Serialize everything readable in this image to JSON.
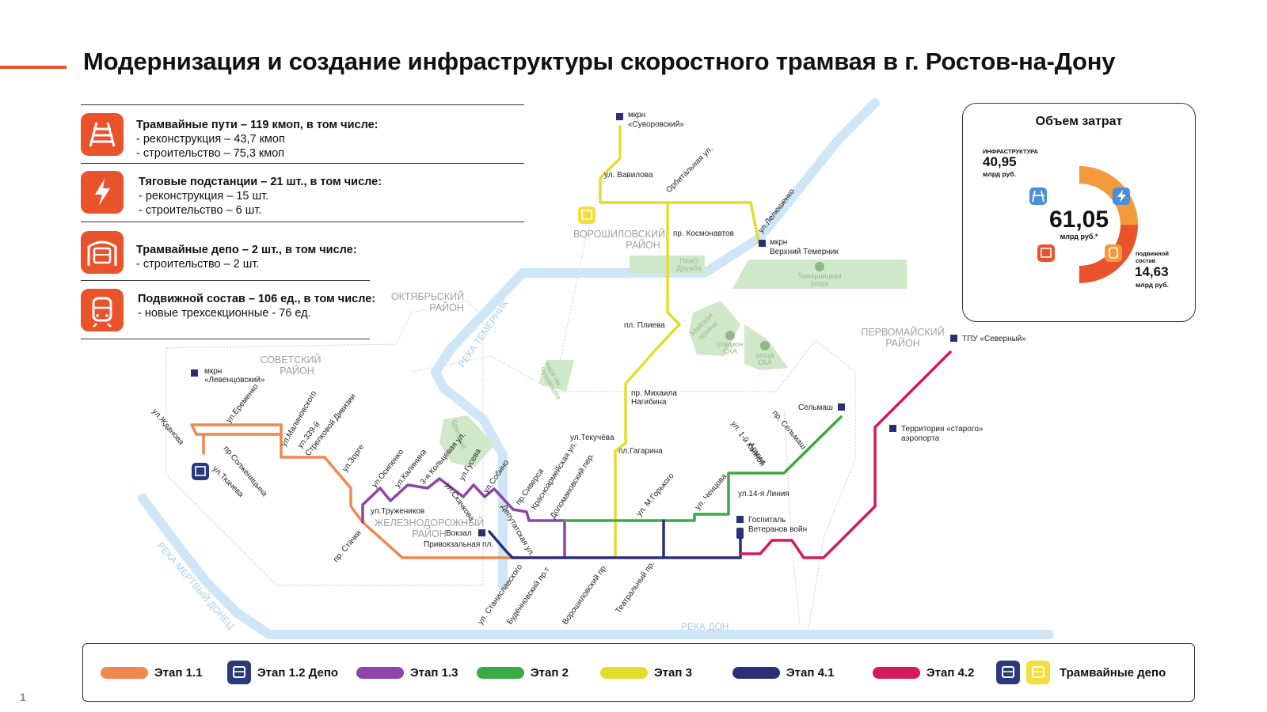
{
  "title": "Модернизация и создание инфраструктуры скоростного трамвая в г. Ростов-на-Дону",
  "page_number": "1",
  "accent_color": "#e8532b",
  "info_blocks": [
    {
      "icon": "tram-tracks-icon",
      "heading": "Трамвайные пути – 119 кмоп, в том числе:",
      "lines": [
        "- реконструкция – 43,7 кмоп",
        "- строительство – 75,3 кмоп"
      ]
    },
    {
      "icon": "lightning-icon",
      "heading": "Тяговые подстанции – 21 шт.,  в том числе:",
      "lines": [
        "- реконструкция – 15 шт.",
        "- строительство – 6 шт."
      ]
    },
    {
      "icon": "tram-depot-icon",
      "heading": "Трамвайные депо – 2 шт., в том числе:",
      "lines": [
        "- строительство – 2 шт."
      ]
    },
    {
      "icon": "rolling-stock-icon",
      "heading": "Подвижной состав – 106 ед., в том числе:",
      "lines": [
        "- новые  трехсекционные - 76 ед."
      ]
    }
  ],
  "summary": {
    "title": "Объем затрат",
    "total": "61,05",
    "total_unit": "млрд руб.*",
    "infra_label": "ИНФРАСТРУКТУРА",
    "infra_value": "40,95",
    "infra_unit": "млрд руб.",
    "rolling_label_1": "подвижной",
    "rolling_label_2": "состав",
    "rolling_value": "14,63",
    "rolling_unit": "млрд руб.",
    "ring_colors": [
      "#4a8fdc",
      "#e8532b",
      "#f39a3b"
    ]
  },
  "map": {
    "districts": {
      "voroshilovsky_1": "ВОРОШИЛОВСКИЙ",
      "voroshilovsky_2": "РАЙОН",
      "oktyabrsky_1": "ОКТЯБРЬСКИЙ",
      "oktyabrsky_2": "РАЙОН",
      "sovetsky_1": "СОВЕТСКИЙ",
      "sovetsky_2": "РАЙОН",
      "pervomaysky_1": "ПЕРВОМАЙСКИЙ",
      "pervomaysky_2": "РАЙОН",
      "zheleznodorozhny_1": "ЖЕЛЕЗНОДОРОЖНЫЙ",
      "zheleznodorozhny_2": "РАЙОН"
    },
    "rivers": {
      "temernik": "РЕКА ТЕМЕРНИК",
      "mertvy_donets": "РЕКА МЕРТВЫЙ ДОНЕЦ",
      "don": "РЕКА ДОН"
    },
    "parks": {
      "druzhba_1": "ПКиО",
      "druzhba_2": "Дружба",
      "temernitskaya_1": "Темерницкая",
      "temernitskaya_2": "роща",
      "mayskaya_1": "Майская",
      "mayskaya_2": "поляна",
      "stadion_1": "стадион",
      "stadion_2": "СКА",
      "roshcha_1": "роща",
      "roshcha_2": "СКА",
      "chukovsky_1": "парк им.",
      "chukovsky_2": "Чуковского",
      "bratsky": "Братский"
    },
    "stops": {
      "suvorovsky_1": "мкрн",
      "suvorovsky_2": "«Суворовский»",
      "temernik_1": "мкрн",
      "temernik_2": "Верхний Темерник",
      "levencovsky_1": "мкрн",
      "levencovsky_2": "«Левенцовский»",
      "tpu": "ТПУ «Северный»",
      "selmash": "Сельмаш",
      "airport_1": "Территория «старого»",
      "airport_2": "аэропорта",
      "vokzal": "Вокзал",
      "privokzalnaya": "Привокзальная пл.",
      "hospital_1": "Госпиталь",
      "hospital_2": "Ветеранов войн"
    },
    "streets": {
      "vavilova": "ул. Вавилова",
      "orbitalnaya": "Орбитальная ул.",
      "kosmonavtov": "пр. Космонавтов",
      "leloshenko": "ул.Лелюшенко",
      "plieva": "пл. Плиева",
      "nagibina_1": "пр. Михаила",
      "nagibina_2": "Нагибина",
      "tekucheva": "ул.Текучёва",
      "gagarina": "пл.Гагарина",
      "selmash_pr": "пр. Сельмаш",
      "konnoy_1": "ул. 1-й Конной",
      "konnoy_2": "Армии",
      "liniya14": "ул.14-я Линия",
      "chentsova": "ул. Ченцова",
      "gorkogo": "ул. М.Горького",
      "zhdanova": "ул.Жданова",
      "eremenko": "ул.Еременко",
      "malinovskogo": "ул.Малиновского",
      "div339_1": "ул.339-й",
      "div339_2": "Стрелковой Дивизии",
      "solzhenitsyna": "пр.Солженицына",
      "tkacheva": "ул.Ткачева",
      "zorge": "ул.Зорге",
      "osipenko": "ул.Осипенко",
      "kalinina": "ул.Калинина",
      "koltsevaya": "3-я Кольцевая ул.",
      "guseva": "ул.Гусева",
      "skachkova": "ул.Скачкова",
      "sobino": "ул.Собино",
      "sivirsa": "пр.Сиверса",
      "krasnoarm": "Красноармейская ул.",
      "dolomanovsky": "Доломановский пер.",
      "deputatskaya": "Депутатская ул.",
      "truzhenikov": "ул.Тружеников",
      "stachki": "пр. Стачки",
      "stanislavskogo": "ул. Станиславского",
      "budennovsky": "Будённовский пр.т",
      "voroshilovsky_pr": "Ворошиловский пр.",
      "teatralny": "Театральный пр."
    },
    "line_colors": {
      "1.1": "#f0874e",
      "1.3": "#8e44a8",
      "2": "#3aaa46",
      "3": "#e5dc2e",
      "4.1": "#2b2f77",
      "4.2": "#d41a5a"
    },
    "river_color": "#cfe6f7",
    "park_color": "#cfe8c7"
  },
  "legend": [
    {
      "type": "line",
      "color": "#f0874e",
      "label": "Этап 1.1"
    },
    {
      "type": "depot",
      "color": "#2b3a78",
      "label": "Этап 1.2 Депо"
    },
    {
      "type": "line",
      "color": "#8e44a8",
      "label": "Этап 1.3"
    },
    {
      "type": "line",
      "color": "#3aaa46",
      "label": "Этап 2"
    },
    {
      "type": "line",
      "color": "#e5dc2e",
      "label": "Этап 3"
    },
    {
      "type": "line",
      "color": "#2b2f77",
      "label": "Этап 4.1"
    },
    {
      "type": "line",
      "color": "#d41a5a",
      "label": "Этап 4.2"
    },
    {
      "type": "depots",
      "colors": [
        "#2b3a78",
        "#f5dd3a"
      ],
      "label": "Трамвайные депо"
    }
  ]
}
